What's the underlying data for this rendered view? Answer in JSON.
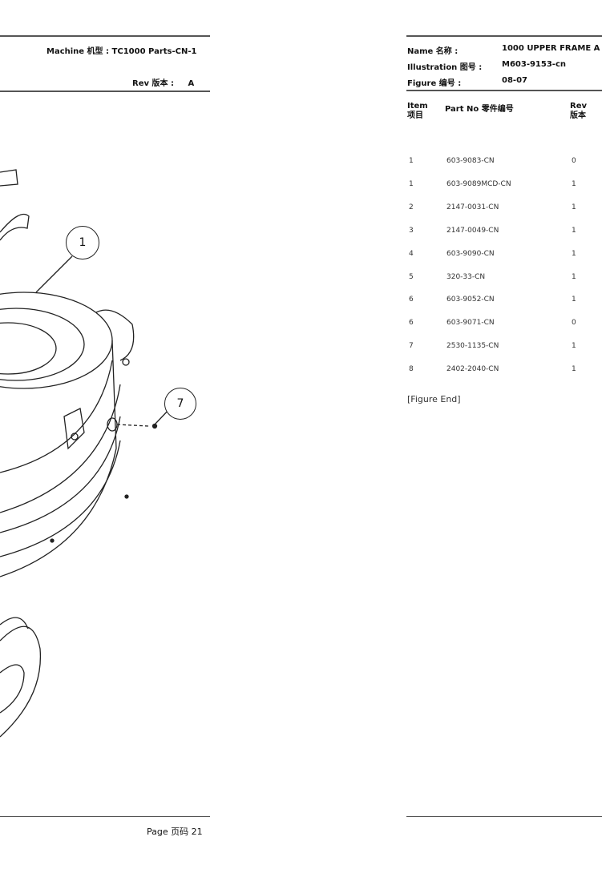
{
  "left_page": {
    "machine_label": "Machine 机型 :",
    "machine_value": "TC1000 Parts-CN-1",
    "rev_label": "Rev 版本 :",
    "rev_value": "A",
    "callouts": [
      "1",
      "7"
    ],
    "footer_page_label": "Page 页码",
    "footer_page_number": "21"
  },
  "right_page": {
    "name_label": "Name 名称 :",
    "name_value": "1000 UPPER FRAME A",
    "illustration_label": "Illustration 图号 :",
    "illustration_value": "M603-9153-cn",
    "figure_label": "Figure 编号 :",
    "figure_value": "08-07",
    "columns": {
      "item": "Item",
      "item_cn": "项目",
      "part_no": "Part No 零件编号",
      "rev": "Rev",
      "rev_cn": "版本"
    },
    "rows": [
      {
        "item": "1",
        "part_no": "603-9083-CN",
        "rev": "0"
      },
      {
        "item": "1",
        "part_no": "603-9089MCD-CN",
        "rev": "1"
      },
      {
        "item": "2",
        "part_no": "2147-0031-CN",
        "rev": "1"
      },
      {
        "item": "3",
        "part_no": "2147-0049-CN",
        "rev": "1"
      },
      {
        "item": "4",
        "part_no": "603-9090-CN",
        "rev": "1"
      },
      {
        "item": "5",
        "part_no": "320-33-CN",
        "rev": "1"
      },
      {
        "item": "6",
        "part_no": "603-9052-CN",
        "rev": "1"
      },
      {
        "item": "6",
        "part_no": "603-9071-CN",
        "rev": "0"
      },
      {
        "item": "7",
        "part_no": "2530-1135-CN",
        "rev": "1"
      },
      {
        "item": "8",
        "part_no": "2402-2040-CN",
        "rev": "1"
      }
    ],
    "figure_end": "[Figure End]"
  }
}
